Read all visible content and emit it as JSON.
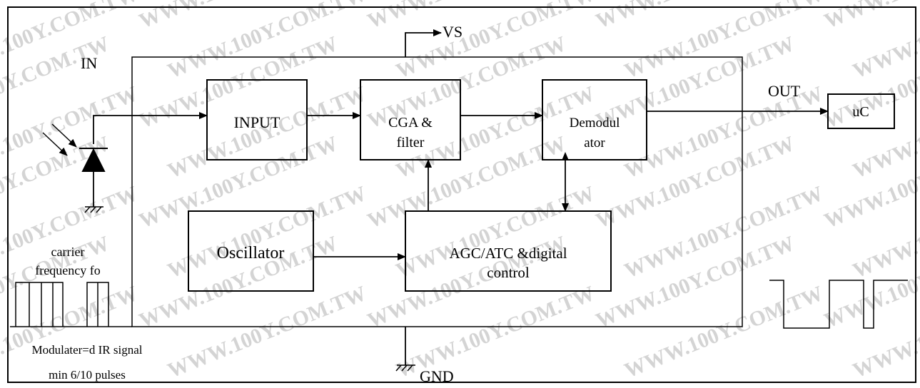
{
  "watermark": "WWW.100Y.COM.TW",
  "labels": {
    "in": "IN",
    "out": "OUT",
    "vs": "VS",
    "gnd": "GND",
    "input": "INPUT",
    "cga_line1": "CGA &",
    "cga_line2": "filter",
    "demod_line1": "Demodul",
    "demod_line2": "ator",
    "uc": "uC",
    "oscillator": "Oscillator",
    "agc_line1": "AGC/ATC &digital",
    "agc_line2": "control",
    "carrier_line1": "carrier",
    "carrier_line2": "frequency fo",
    "modulated": "Modulater=d IR signal",
    "pulses": "min 6/10 pulses"
  }
}
